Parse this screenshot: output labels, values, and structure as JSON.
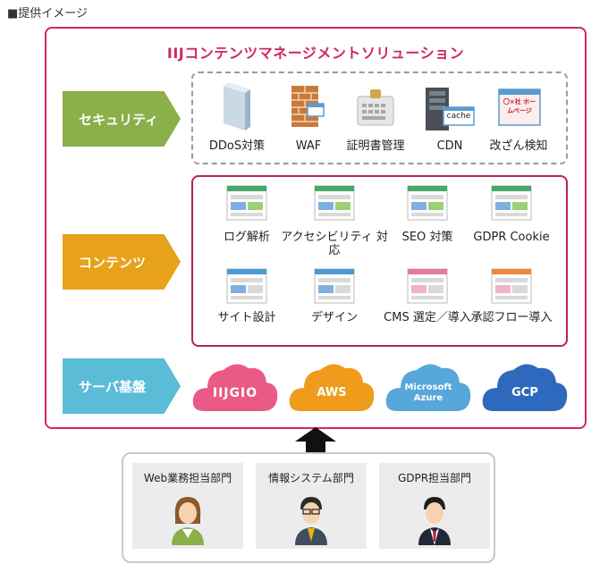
{
  "header": "■提供イメージ",
  "main_title": "IIJコンテンツマネージメントソリューション",
  "layers": {
    "security": "セキュリティ",
    "contents": "コンテンツ",
    "server": "サーバ基盤"
  },
  "security_items": [
    {
      "label": "DDoS対策",
      "icon": "wall-icon"
    },
    {
      "label": "WAF",
      "icon": "firewall-icon"
    },
    {
      "label": "証明書管理",
      "icon": "certificate-icon"
    },
    {
      "label": "CDN",
      "icon": "cache-server-icon",
      "icon_text": "cache"
    },
    {
      "label": "改ざん検知",
      "icon": "tamper-detection-icon",
      "icon_text": "〇×社 ホームページ"
    }
  ],
  "contents_items": [
    {
      "label": "ログ解析",
      "icon": "webpage-icon"
    },
    {
      "label": "アクセシビリティ 対応",
      "icon": "webpage-icon"
    },
    {
      "label": "SEO 対策",
      "icon": "webpage-icon"
    },
    {
      "label": "GDPR Cookie",
      "icon": "webpage-icon"
    },
    {
      "label": "サイト設計",
      "icon": "webpage-icon"
    },
    {
      "label": "デザイン",
      "icon": "webpage-icon"
    },
    {
      "label": "CMS 選定／導入",
      "icon": "webpage-icon"
    },
    {
      "label": "承認フロー導入",
      "icon": "webpage-icon"
    }
  ],
  "clouds": [
    {
      "label": "IIJGIO",
      "color": "#e95a86"
    },
    {
      "label": "AWS",
      "color": "#ef9b1c"
    },
    {
      "label": "Microsoft Azure",
      "color": "#57a7da"
    },
    {
      "label": "GCP",
      "color": "#2f69bd"
    }
  ],
  "users": [
    {
      "label": "Web業務担当部門",
      "icon": "female-staff-icon"
    },
    {
      "label": "情報システム部門",
      "icon": "male-engineer-icon"
    },
    {
      "label": "GDPR担当部門",
      "icon": "businessman-icon"
    }
  ],
  "colors": {
    "brand": "#d12661",
    "security": "#8ab04a",
    "contents": "#e7a21a",
    "server": "#5bbcd8"
  }
}
